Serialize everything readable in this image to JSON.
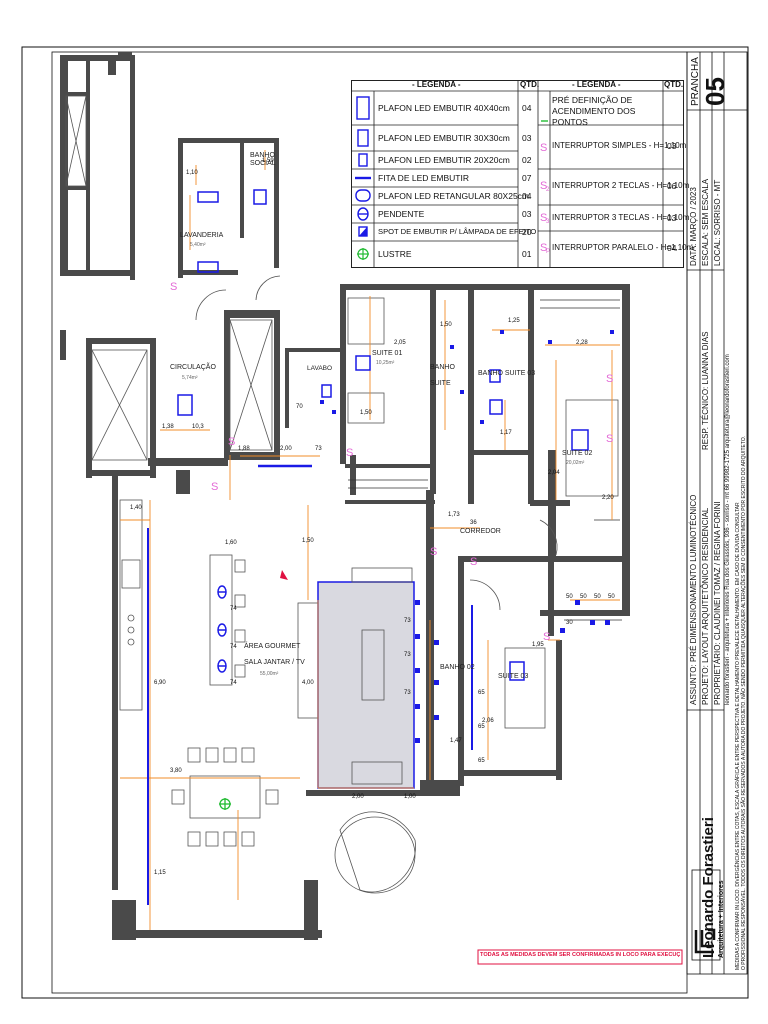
{
  "legend": {
    "header_left": "- LEGENDA -",
    "header_right": "- LEGENDA -",
    "qty_label": "QTD.",
    "left_items": [
      {
        "icon": "square-3-icon",
        "label": "PLAFON LED EMBUTIR 40X40cm",
        "qty": "04"
      },
      {
        "icon": "square-2-icon",
        "label": "PLAFON LED EMBUTIR 30X30cm",
        "qty": "03"
      },
      {
        "icon": "square-1-icon",
        "label": "PLAFON LED EMBUTIR 20X20cm",
        "qty": "02"
      },
      {
        "icon": "line-strip-icon",
        "label": "FITA DE LED EMBUTIR",
        "qty": "07"
      },
      {
        "icon": "rect-rounded-icon",
        "label": "PLAFON LED RETANGULAR 80X25cm",
        "qty": "04"
      },
      {
        "icon": "pendant-icon",
        "label": "PENDENTE",
        "qty": "03"
      },
      {
        "icon": "spot-icon",
        "label": "SPOT DE EMBUTIR P/ LÂMPADA DE EFEITO",
        "qty": "20"
      },
      {
        "icon": "chandelier-icon",
        "label": "LUSTRE",
        "qty": "01"
      }
    ],
    "right_items": [
      {
        "icon": "dash-icon",
        "label": "PRÉ DEFINIÇÃO DE ACENDIMENTO DOS PONTOS",
        "qty": ""
      },
      {
        "icon": "switch-s-icon",
        "label": "INTERRUPTOR SIMPLES - H=1,10m",
        "qty": "03"
      },
      {
        "icon": "switch-s2-icon",
        "label": "INTERRUPTOR 2 TECLAS - H=1,10m",
        "qty": "06"
      },
      {
        "icon": "switch-s3-icon",
        "label": "INTERRUPTOR 3 TECLAS - H=1,10m",
        "qty": "03"
      },
      {
        "icon": "switch-sp-icon",
        "label": "INTERRUPTOR PARALELO - H=1,10m",
        "qty": "04"
      }
    ]
  },
  "rooms": {
    "lavanderia": "LAVANDERIA",
    "lavanderia_area": "5,40m²",
    "banho_social": "BANHO SOCIAL",
    "circulacao": "CIRCULAÇÃO",
    "circulacao_area": "5,74m²",
    "lavabo": "LAVABO",
    "suite1": "SUITE 01",
    "suite1_area": "10,25m²",
    "banho_suite1": "BANHO SUITE",
    "banho_suite3": "BANHO SUITE 03",
    "suite2": "SUITE 02",
    "suite2_area": "20,02m²",
    "corredor": "CORREDOR",
    "area_gourmet": "ÁREA GOURMET",
    "sala": "SALA JANTAR / TV",
    "sala_area": "55,00m²",
    "suite3": "SUITE 03",
    "banho_small": "BANHO 02"
  },
  "dims": [
    "1,10",
    "1,59",
    "1,50",
    "2,05",
    "1,25",
    "2,28",
    "1,50",
    "1,38",
    "10,3",
    "1,88",
    "2,00",
    "73",
    "70",
    "1,73",
    "1,17",
    "2,04",
    "2,20",
    "1,40",
    "1,60",
    "1,50",
    "6,90",
    "3,80",
    "1,15",
    "4,00",
    "2,00",
    "1,00",
    "50",
    "50",
    "50",
    "50",
    "1,95",
    "2,06",
    "1,47",
    "65",
    "65",
    "65",
    "73",
    "73",
    "73",
    "74",
    "74",
    "74",
    "36",
    "30"
  ],
  "title_block": {
    "sheet_number": "05",
    "sheet_label": "PRANCHA",
    "date": "DATA: MARÇO / 2023",
    "scale": "ESCALA: SEM ESCALA",
    "location": "LOCAL: SORRISO - MT",
    "subject": "ASSUNTO: PRÉ DIMENSIONAMENTO LUMINOTÉCNICO",
    "project": "PROJETO: LAYOUT ARQUITETÔNICO RESIDENCIAL",
    "owner": "PROPRIETÁRIO: CLAUDINEI TOMAZ / REGINA FORINI",
    "resp": "RESP. TÉCNICO: LUANNA DIAS",
    "contact": "leonardo forastieri - arquitetura + interiores     Rua dos Girassóis, 936 - sorriso - mt     66 99982-1725 arquitetura@leonardoforastieri.com",
    "brand": "Leonardo Forastieri",
    "brand_sub": "Arquitetura + Interiores",
    "notice_line1": "MEDIDAS A CONFIRMAR IN LOCO. DIVERGÊNCIAS ENTRE COTAS, ESCALA GRÁFICA E ENTRE PERSPECTIVA E DETALHAMENTO PREVALECE DETALHAMENTO. EM CASO DE DÚVIDA CONSULTAR",
    "notice_line2": "O PROFISSIONAL RESPONSÁVEL. TODOS OS DIREITOS AUTORAIS SÃO RESERVADOS A AUTORA DO PROJETO. NÃO SENDO PERMITIDA QUAISQUER ALTERAÇÕES SEM O CONSENTIMENTO POR ESCRITO DO ARQUITETO.",
    "red_notice": "TODAS AS MEDIDAS DEVEM SER CONFIRMADAS IN LOCO PARA EXECUÇÃO DOS SERVIÇOS"
  },
  "colors": {
    "wall": "#3a3a3a",
    "dim": "#f28c28",
    "light": "#1a1ae6",
    "switch": "#e36ad6",
    "pendant_green": "#22bb33",
    "notice_red": "#e01040"
  }
}
